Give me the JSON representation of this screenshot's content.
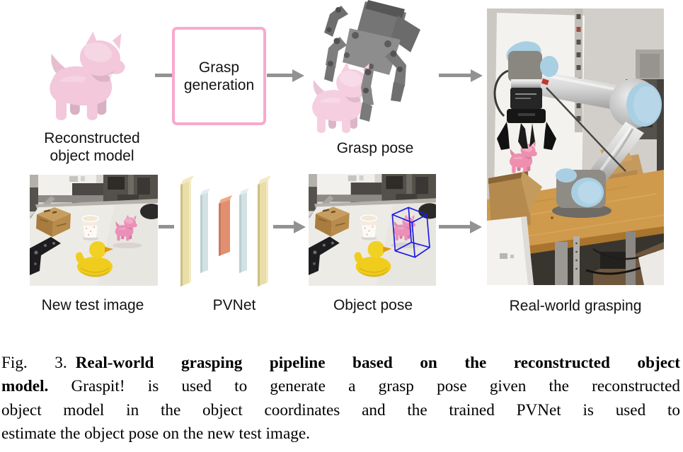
{
  "colors": {
    "accent_pink": "#f9a9cd",
    "arrow_gray": "#929292",
    "bbox_blue": "#1c1ce6",
    "model_pink": "#f1c6d9"
  },
  "pipeline": {
    "reconstructed_model": {
      "label_line1": "Reconstructed",
      "label_line2": "object model"
    },
    "grasp_generation_box": {
      "line1": "Grasp",
      "line2": "generation"
    },
    "grasp_pose": {
      "label": "Grasp pose"
    },
    "real_world": {
      "label": "Real-world grasping"
    },
    "new_test_image": {
      "label": "New test image"
    },
    "pvnet": {
      "label": "PVNet"
    },
    "object_pose": {
      "label": "Object pose"
    }
  },
  "caption": {
    "lines": [
      {
        "parts": [
          {
            "t": "Fig. 3.",
            "b": false
          },
          {
            "t": "",
            "b": false,
            "gap": true
          },
          {
            "t": "Real-world grasping pipeline based on the reconstructed object",
            "b": true
          }
        ]
      },
      {
        "parts": [
          {
            "t": "model.",
            "b": true
          },
          {
            "t": " Graspit! is used to generate a grasp pose given the reconstructed",
            "b": false
          }
        ]
      },
      {
        "parts": [
          {
            "t": "object model in the object coordinates and the trained PVNet is used to",
            "b": false
          }
        ]
      },
      {
        "parts": [
          {
            "t": "estimate the object pose on the new test image.",
            "b": false
          }
        ]
      }
    ]
  }
}
